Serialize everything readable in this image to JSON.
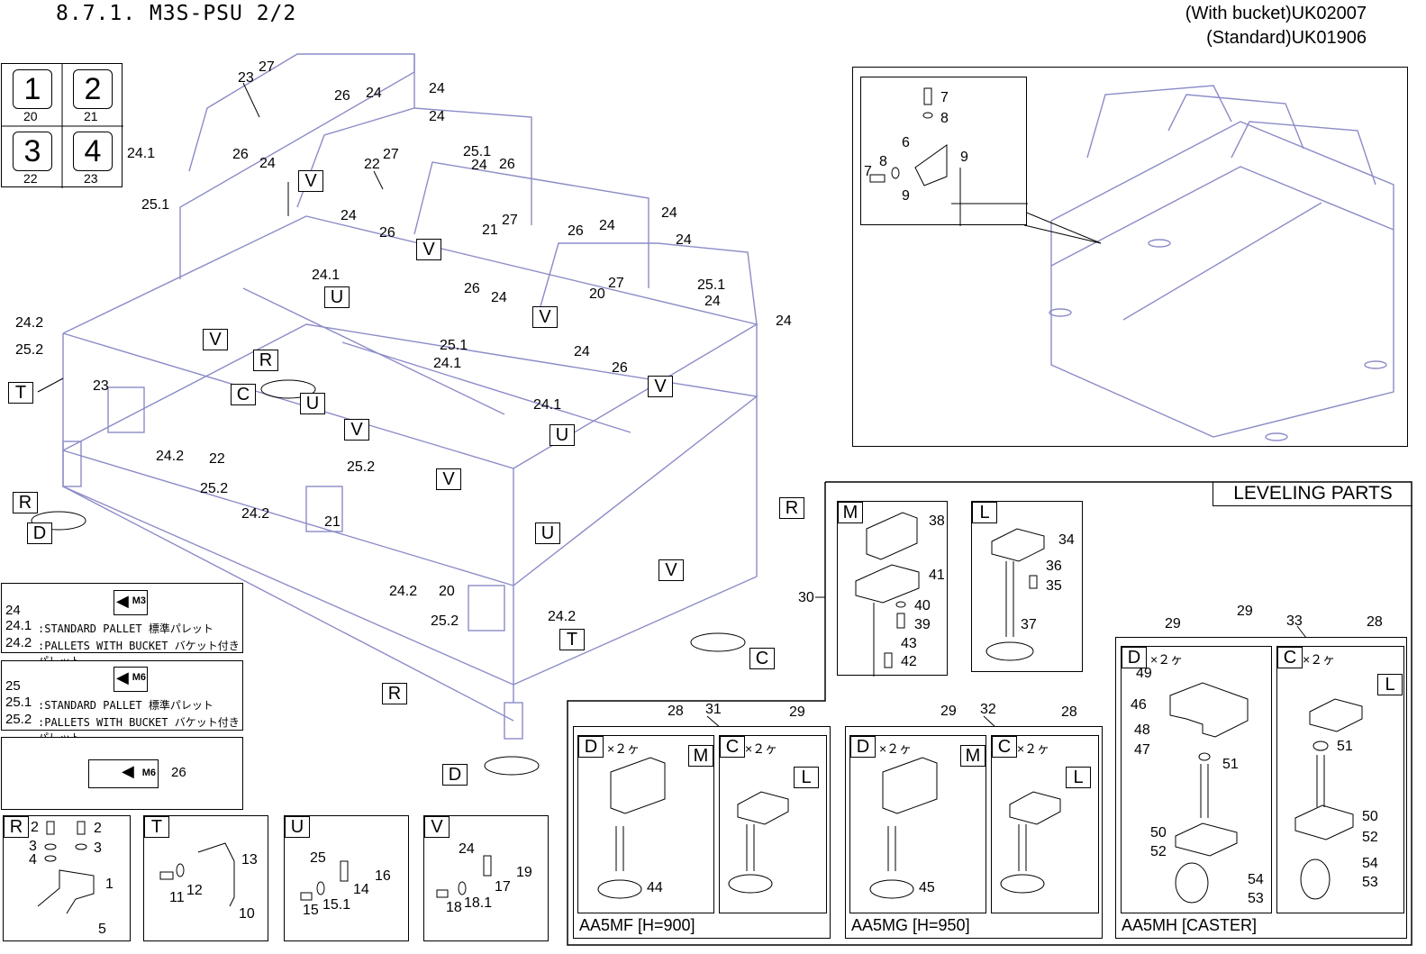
{
  "header": {
    "title": "8.7.1. M3S-PSU 2/2",
    "code_bucket": "(With bucket)UK02007",
    "code_standard": "(Standard)UK01906"
  },
  "index_grid": [
    {
      "num": "1",
      "sub": "20"
    },
    {
      "num": "2",
      "sub": "21"
    },
    {
      "num": "3",
      "sub": "22"
    },
    {
      "num": "4",
      "sub": "23"
    }
  ],
  "main_callouts": [
    "23",
    "27",
    "26",
    "24",
    "24",
    "24",
    "24.1",
    "26",
    "24",
    "25.1",
    "27",
    "22",
    "24",
    "26",
    "25.1",
    "24",
    "26",
    "24",
    "21",
    "27",
    "26",
    "24",
    "24.1",
    "24",
    "25.1",
    "24",
    "24",
    "26",
    "20",
    "27",
    "24.1",
    "25.1",
    "24.1",
    "24",
    "26",
    "24",
    "24.2",
    "25.2",
    "23",
    "24.2",
    "22",
    "25.2",
    "24.2",
    "25.2",
    "21",
    "24.2",
    "20",
    "25.2",
    "24.2",
    "24.1",
    "26"
  ],
  "main_tags": [
    "V",
    "V",
    "V",
    "V",
    "V",
    "V",
    "V",
    "V",
    "U",
    "U",
    "U",
    "U",
    "R",
    "R",
    "R",
    "R",
    "C",
    "C",
    "T",
    "T",
    "D",
    "D"
  ],
  "legend_24": {
    "num": "24",
    "rows": [
      {
        "num": "24.1",
        "text": ":STANDARD PALLET  標準パレット"
      },
      {
        "num": "24.2",
        "text": ":PALLETS WITH BUCKET  バケット付きパレット"
      }
    ],
    "badge": "M3"
  },
  "legend_25": {
    "num": "25",
    "rows": [
      {
        "num": "25.1",
        "text": ":STANDARD PALLET  標準パレット"
      },
      {
        "num": "25.2",
        "text": ":PALLETS WITH BUCKET  バケット付きパレット"
      }
    ],
    "badge": "M6"
  },
  "legend_26": {
    "badge": "M6",
    "num": "26"
  },
  "detail_boxes": {
    "R": {
      "tag": "R",
      "labels": [
        "2",
        "2",
        "3",
        "3",
        "4",
        "1",
        "5"
      ]
    },
    "T": {
      "tag": "T",
      "labels": [
        "13",
        "11",
        "12",
        "10"
      ]
    },
    "U": {
      "tag": "U",
      "labels": [
        "25",
        "16",
        "14",
        "15",
        "15.1"
      ]
    },
    "V": {
      "tag": "V",
      "labels": [
        "24",
        "19",
        "17",
        "18",
        "18.1"
      ]
    }
  },
  "inset": {
    "labels": [
      "7",
      "8",
      "6",
      "9",
      "7",
      "8",
      "9"
    ]
  },
  "leveling": {
    "title": "LEVELING PARTS",
    "M": {
      "tag": "M",
      "labels": [
        "38",
        "41",
        "40",
        "39",
        "43",
        "42"
      ]
    },
    "L": {
      "tag": "L",
      "labels": [
        "34",
        "36",
        "35",
        "37"
      ]
    },
    "ref_30": "30",
    "group_31": {
      "num": "31",
      "D": {
        "tag": "D",
        "mult": "×２ヶ",
        "sub": "M",
        "part": "28",
        "leg": "44"
      },
      "C": {
        "tag": "C",
        "mult": "×２ヶ",
        "sub": "L",
        "part": "29"
      },
      "caption": "AA5MF [H=900]"
    },
    "group_32": {
      "num": "32",
      "D": {
        "tag": "D",
        "mult": "×２ヶ",
        "sub": "M",
        "part": "29",
        "leg": "45"
      },
      "C": {
        "tag": "C",
        "mult": "×２ヶ",
        "sub": "L",
        "part": "28"
      },
      "caption": "AA5MG [H=950]"
    },
    "group_33": {
      "num": "33",
      "top": [
        "29",
        "29",
        "28"
      ],
      "D": {
        "tag": "D",
        "mult": "×２ヶ",
        "labels": [
          "49",
          "46",
          "48",
          "47",
          "51",
          "50",
          "52",
          "54",
          "53"
        ]
      },
      "C": {
        "tag": "C",
        "mult": "×２ヶ",
        "sub": "L",
        "labels": [
          "51",
          "50",
          "52",
          "54",
          "53"
        ]
      },
      "caption": "AA5MH [CASTER]"
    }
  }
}
